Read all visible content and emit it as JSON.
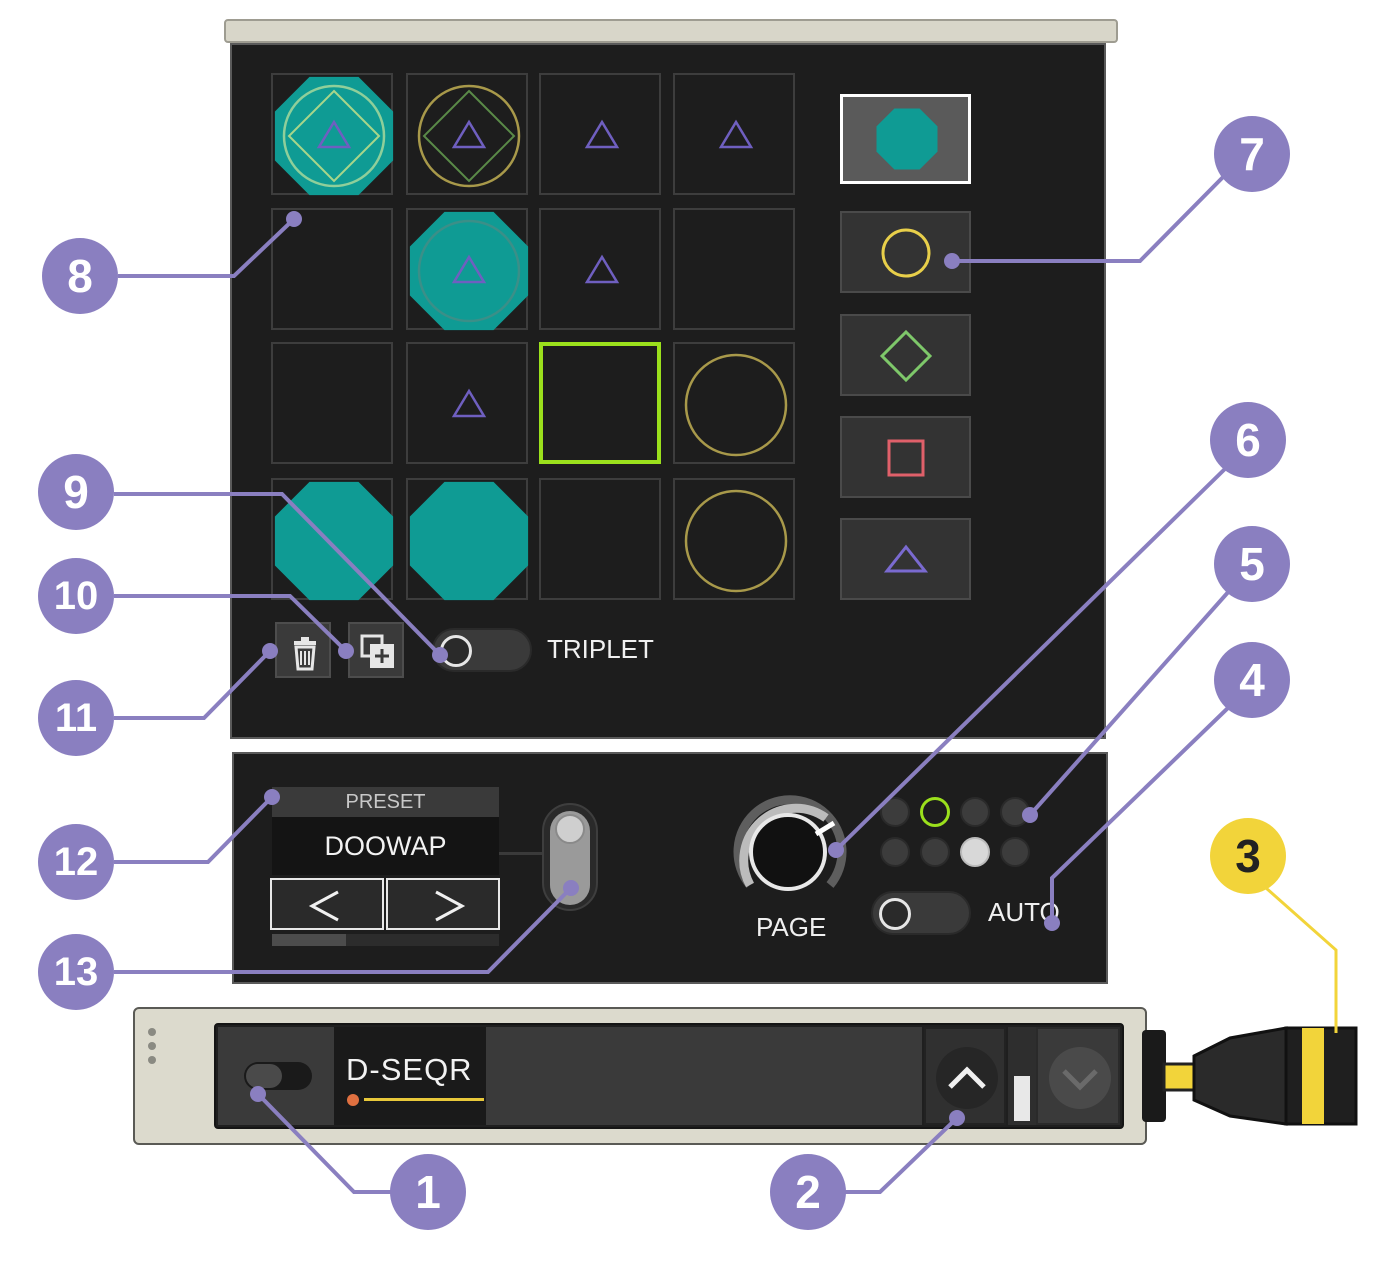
{
  "grid": {
    "rows": [
      [
        "octagon+circle+diamond+triangle",
        "circle+diamond+triangle",
        "triangle",
        "triangle"
      ],
      [
        "empty",
        "octagon+circle+triangle",
        "triangle",
        "empty"
      ],
      [
        "empty",
        "triangle",
        "selected-empty",
        "circle"
      ],
      [
        "octagon",
        "octagon",
        "empty",
        "circle"
      ]
    ]
  },
  "shape_palette": [
    {
      "shape": "octagon",
      "color": "#0f9b94",
      "active": true
    },
    {
      "shape": "circle",
      "color": "#e8cf4a",
      "active": false
    },
    {
      "shape": "diamond",
      "color": "#7ec86a",
      "active": false
    },
    {
      "shape": "square",
      "color": "#e0606a",
      "active": false
    },
    {
      "shape": "triangle",
      "color": "#7a6ad0",
      "active": false
    }
  ],
  "controls": {
    "trash_icon": "trash-icon",
    "duplicate_icon": "duplicate-plus-icon",
    "triplet_label": "TRIPLET",
    "preset_header": "PRESET",
    "preset_name": "DOOWAP",
    "page_label": "PAGE",
    "auto_label": "AUTO",
    "prev_icon": "chevron-left-icon",
    "next_icon": "chevron-right-icon"
  },
  "module": {
    "name": "D-SEQR",
    "up_icon": "chevron-up-icon",
    "down_icon": "chevron-down-icon"
  },
  "callouts": [
    "1",
    "2",
    "3",
    "4",
    "5",
    "6",
    "7",
    "8",
    "9",
    "10",
    "11",
    "12",
    "13"
  ],
  "colors": {
    "teal": "#0f9b94",
    "callout_purple": "#8a7fc0",
    "callout_yellow": "#f2d43a",
    "selection_green": "#9be01c",
    "panel_bg": "#1d1d1d"
  }
}
